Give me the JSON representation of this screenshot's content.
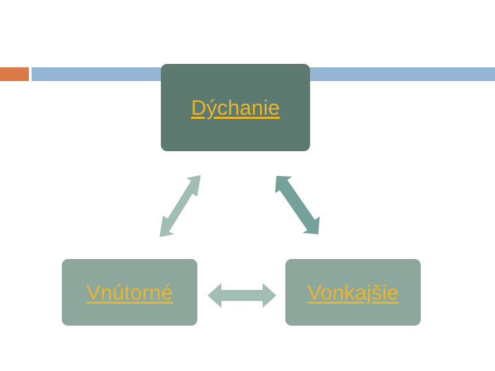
{
  "slide": {
    "nodes": {
      "top": {
        "label": "Dýchanie"
      },
      "left": {
        "label": "Vnútorné"
      },
      "right": {
        "label": "Vonkajšie"
      }
    }
  },
  "colors": {
    "accent_orange": "#d97a47",
    "accent_blue": "#94b5d4",
    "node_dark": "#5c7a70",
    "node_light": "#8ea79d",
    "arrow_light": "#a1bdb5",
    "arrow_dark": "#74a29a",
    "link_text": "#e8b52c"
  }
}
